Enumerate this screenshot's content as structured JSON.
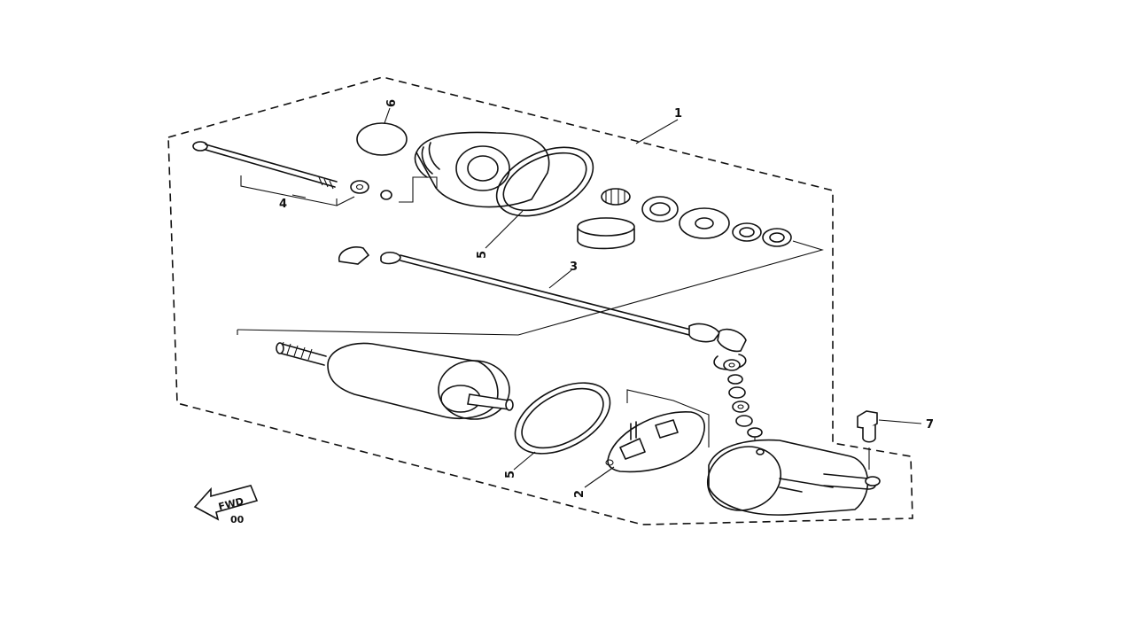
{
  "diagram": {
    "callouts": {
      "c1": "1",
      "c2": "2",
      "c3": "3",
      "c4": "4",
      "c5a": "5",
      "c5b": "5",
      "c6": "6",
      "c7": "7"
    },
    "fwd_label": "FWD",
    "page_marker": "00"
  }
}
